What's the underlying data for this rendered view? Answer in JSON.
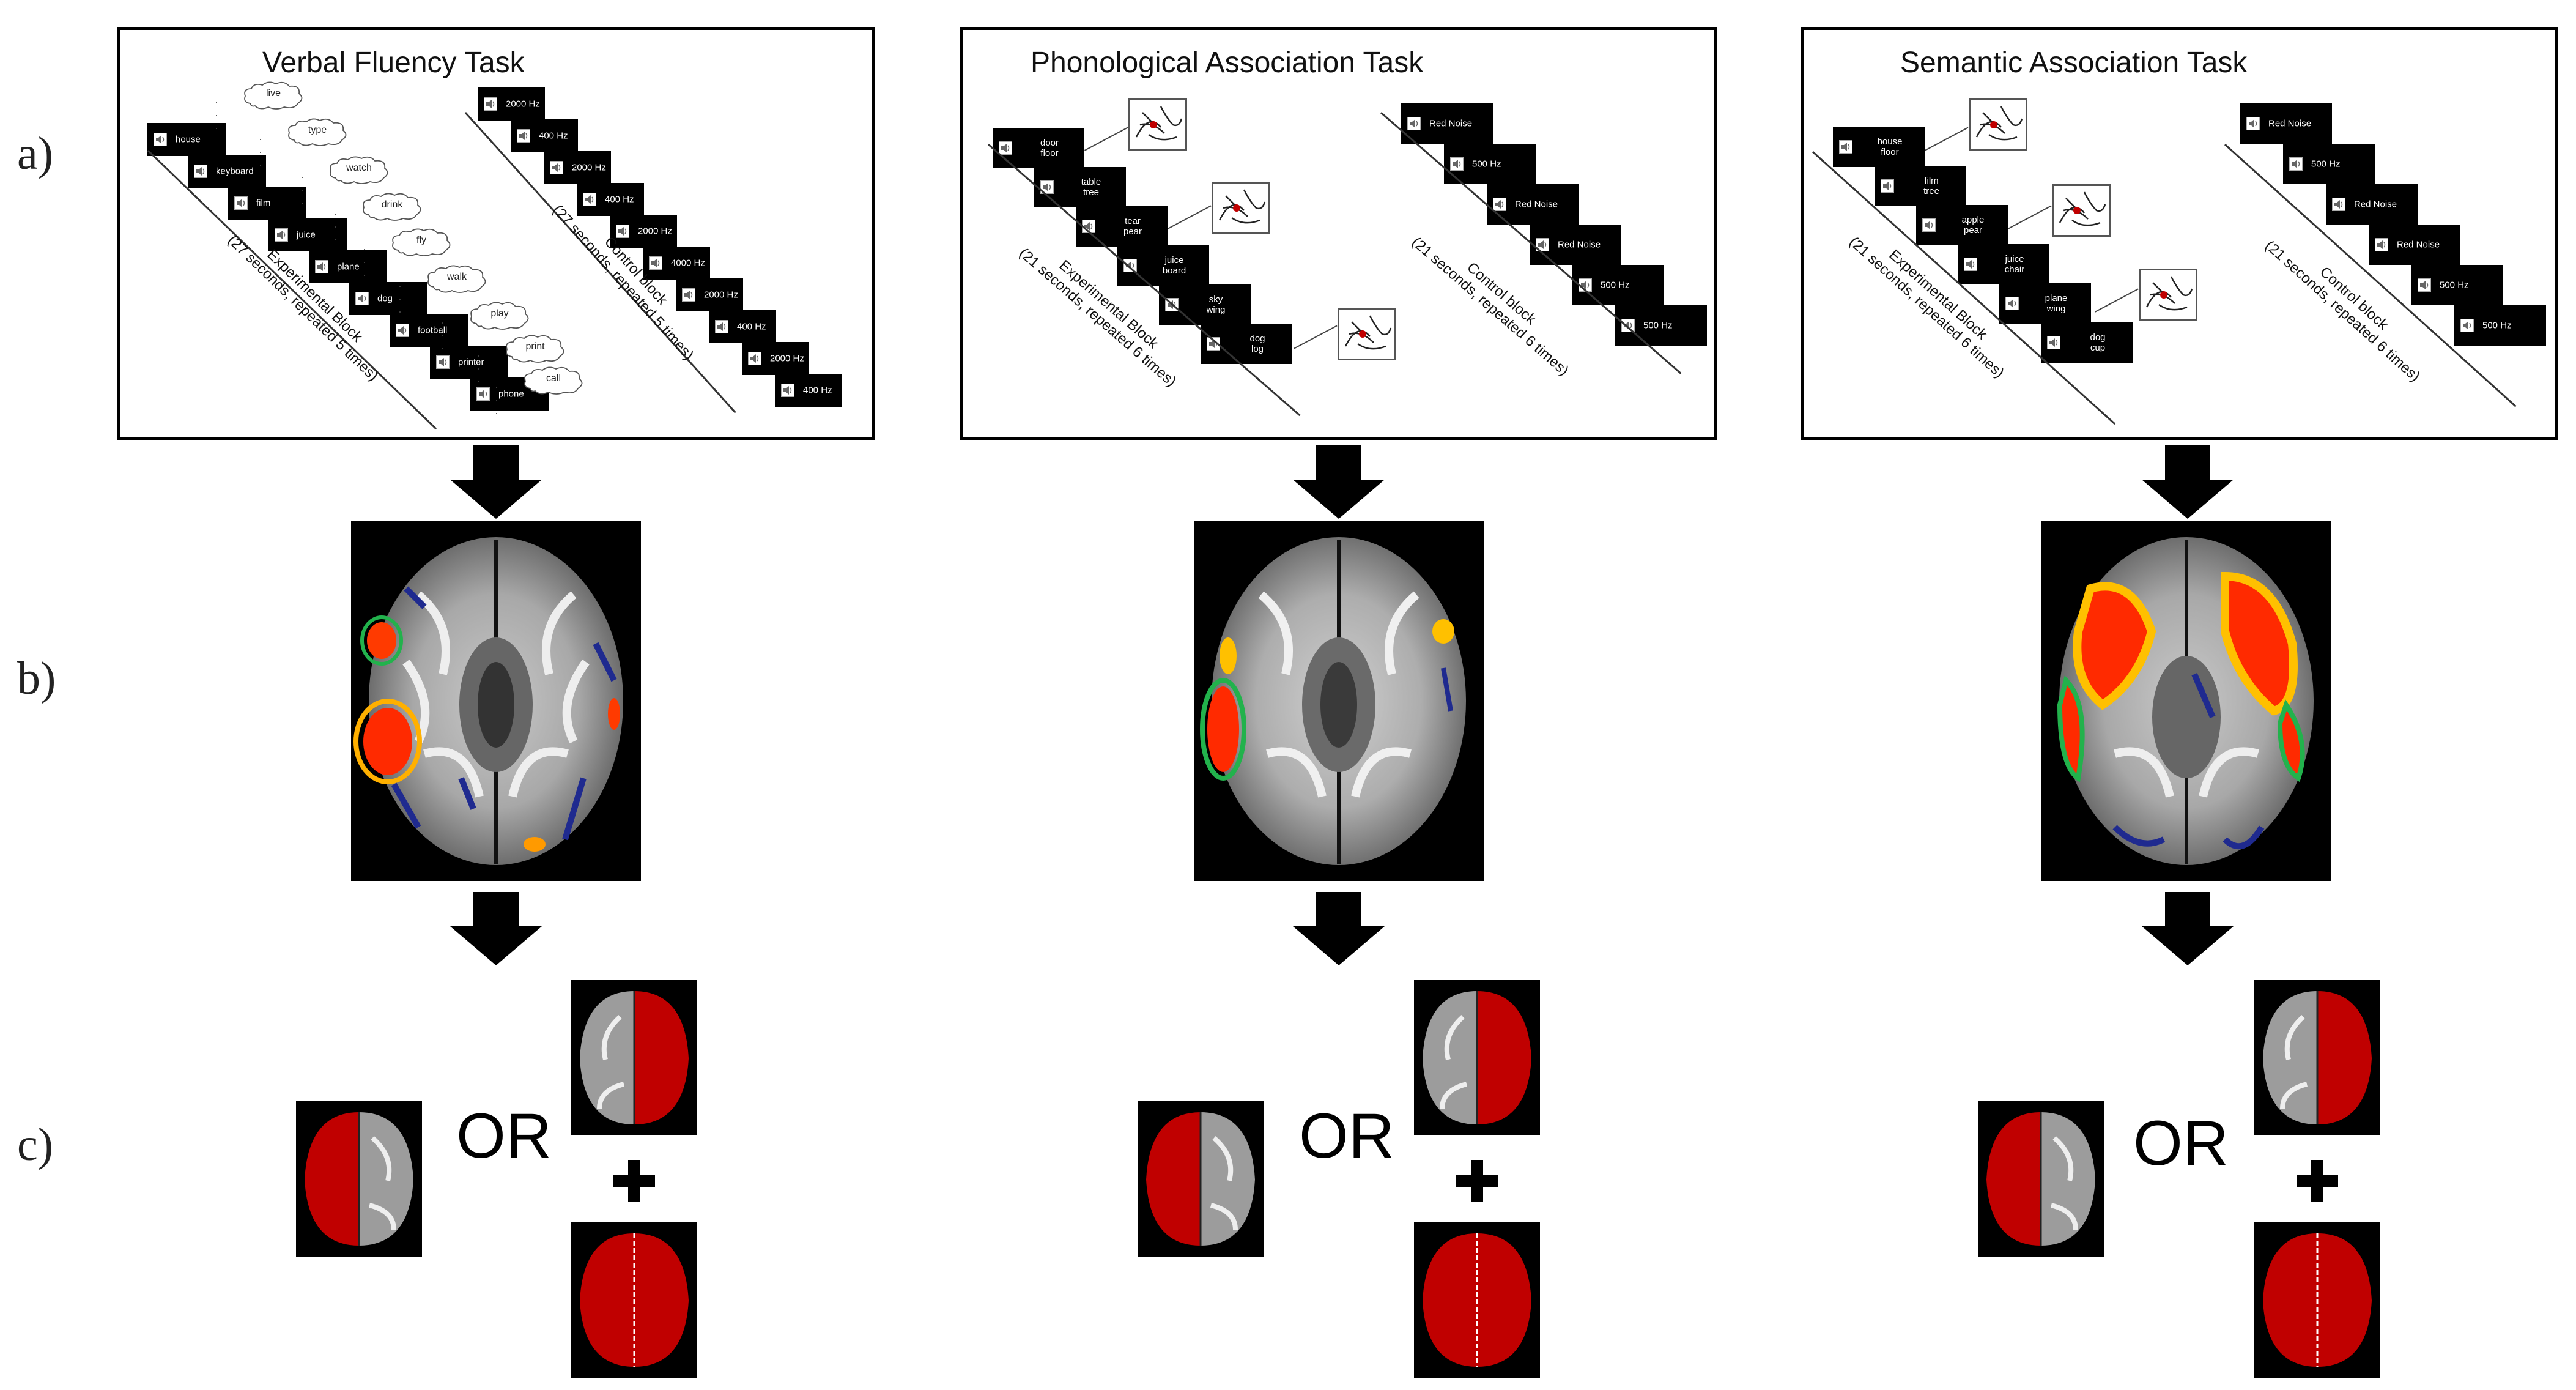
{
  "row_labels": {
    "a": "a)",
    "b": "b)",
    "c": "c)"
  },
  "connector_word": "OR",
  "colors": {
    "activation_low": "#1f2a8f",
    "activation_mid": "#22b24c",
    "activation_high": "#ff2a00",
    "hemisphere_red": "#c00000"
  },
  "tasks": [
    {
      "title": "Verbal Fluency Task",
      "experimental_items": [
        "house",
        "keyboard",
        "film",
        "juice",
        "plane",
        "dog",
        "football",
        "printer",
        "phone"
      ],
      "responses": [
        "live",
        "type",
        "watch",
        "drink",
        "fly",
        "walk",
        "play",
        "print",
        "call"
      ],
      "experimental_label": "Experimental Block",
      "experimental_detail": "(27 seconds, repeated 5 times)",
      "control_items": [
        "2000 Hz",
        "400 Hz",
        "2000 Hz",
        "400 Hz",
        "2000 Hz",
        "4000 Hz",
        "2000 Hz",
        "400 Hz",
        "2000 Hz",
        "400 Hz"
      ],
      "control_label": "Control block",
      "control_detail": "(27 seconds, repeated 5 times)"
    },
    {
      "title": "Phonological Association Task",
      "experimental_items": [
        [
          "door",
          "floor"
        ],
        [
          "table",
          "tree"
        ],
        [
          "tear",
          "pear"
        ],
        [
          "juice",
          "board"
        ],
        [
          "sky",
          "wing"
        ],
        [
          "dog",
          "log"
        ]
      ],
      "experimental_label": "Experimental Block",
      "experimental_detail": "(21 seconds, repeated 6 times)",
      "control_items": [
        "Red Noise",
        "500 Hz",
        "Red Noise",
        "Red Noise",
        "500 Hz",
        "500 Hz"
      ],
      "control_label": "Control block",
      "control_detail": "(21 seconds, repeated 6 times)"
    },
    {
      "title": "Semantic Association Task",
      "experimental_items": [
        [
          "house",
          "floor"
        ],
        [
          "film",
          "tree"
        ],
        [
          "apple",
          "pear"
        ],
        [
          "juice",
          "chair"
        ],
        [
          "plane",
          "wing"
        ],
        [
          "dog",
          "cup"
        ]
      ],
      "experimental_label": "Experimental Block",
      "experimental_detail": "(21 seconds, repeated 6 times)",
      "control_items": [
        "Red Noise",
        "500 Hz",
        "Red Noise",
        "Red Noise",
        "500 Hz",
        "500 Hz"
      ],
      "control_label": "Control block",
      "control_detail": "(21 seconds, repeated 6 times)"
    }
  ]
}
